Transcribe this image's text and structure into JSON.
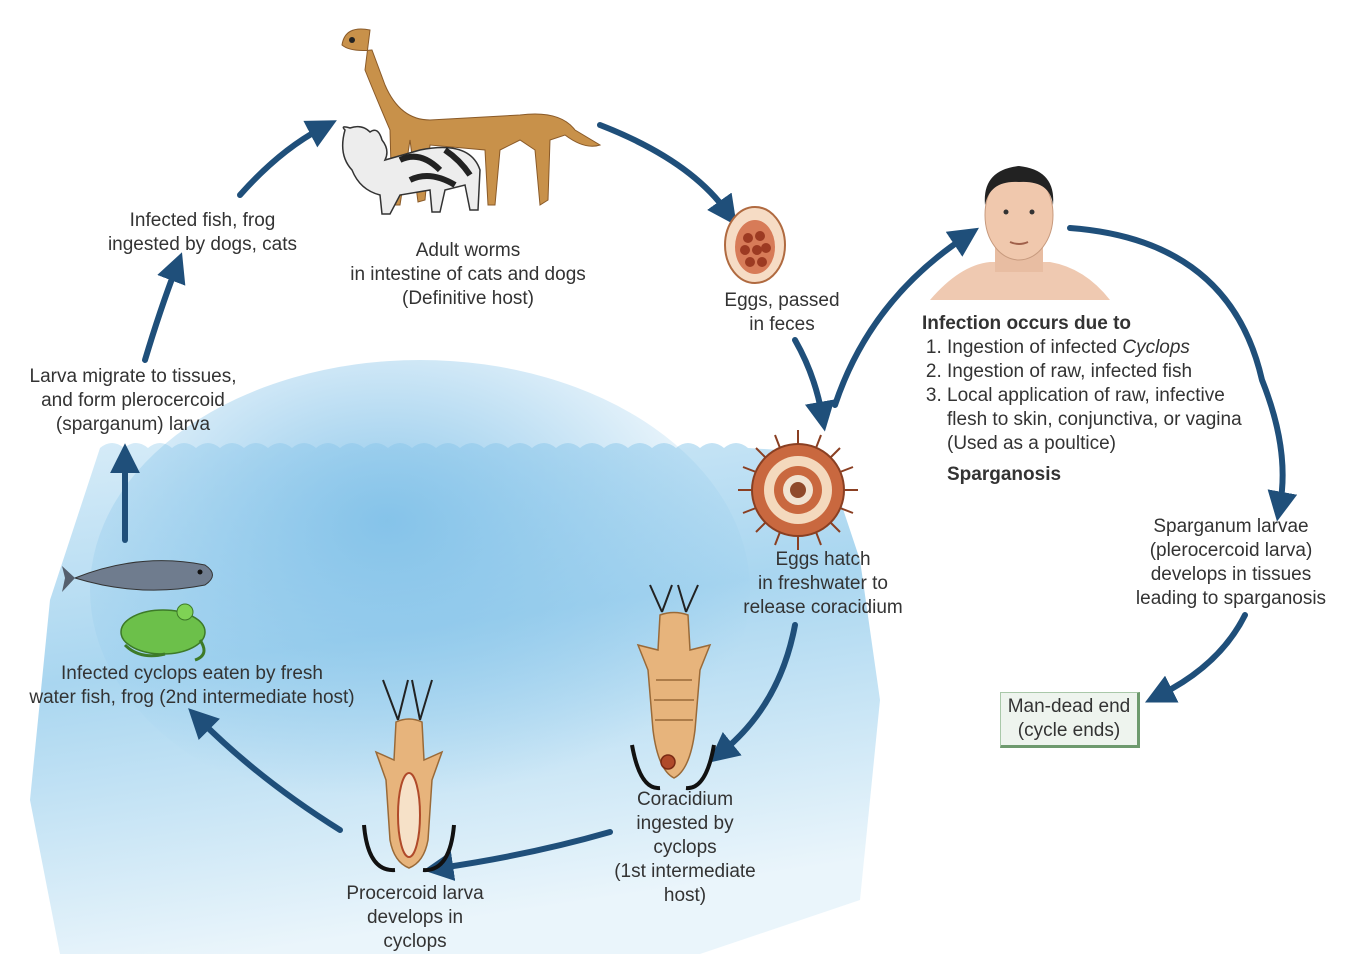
{
  "labels": {
    "adult": [
      "Adult worms",
      "in intestine  of cats and dogs",
      "(Definitive host)"
    ],
    "eggs_passed": [
      "Eggs, passed",
      "in feces"
    ],
    "eggs_hatch": [
      "Eggs hatch",
      "in freshwater to",
      "release coracidium"
    ],
    "coracidium": [
      "Coracidium",
      "ingested by",
      "cyclops",
      "(1st intermediate",
      "host)"
    ],
    "procercoid": [
      "Procercoid larva",
      "develops in",
      "cyclops"
    ],
    "cyclops_eaten": [
      "Infected cyclops eaten by fresh",
      "water fish, frog (2nd intermediate host)"
    ],
    "larva_migrate": [
      "Larva  migrate to tissues,",
      "and form plerocercoid",
      "(sparganum) larva"
    ],
    "fish_ingested": [
      "Infected fish, frog",
      "ingested by dogs, cats"
    ],
    "sparganum": [
      "Sparganum larvae",
      "(plerocercoid larva)",
      "develops in tissues",
      "leading to sparganosis"
    ],
    "dead_end": [
      "Man-dead end",
      "(cycle ends)"
    ]
  },
  "infection": {
    "heading": "Infection occurs due to",
    "items": [
      {
        "pre": "Ingestion of infected ",
        "em": "Cyclops"
      },
      {
        "pre": "Ingestion of raw, infected fish",
        "em": ""
      },
      {
        "pre": "Local application of raw, infective flesh to skin, conjunctiva, or vagina (Used as a poultice)",
        "em": ""
      }
    ],
    "disease": "Sparganosis"
  },
  "colors": {
    "arrow": "#1f4f7a",
    "water_top": "#e6f3fb",
    "water_deep": "#8cc8ea",
    "organism": "#d9a46c",
    "dog": "#c8914a"
  }
}
